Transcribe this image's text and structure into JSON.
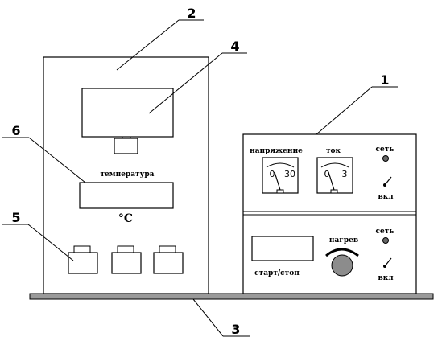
{
  "callouts": {
    "c1": "1",
    "c2": "2",
    "c3": "3",
    "c4": "4",
    "c5": "5",
    "c6": "6"
  },
  "left_unit": {
    "temperature_label": "температура",
    "unit_label": "°C"
  },
  "control_panel": {
    "voltage_label": "напряжение",
    "current_label": "ток",
    "voltmeter_min": "0",
    "voltmeter_max": "30",
    "ammeter_min": "0",
    "ammeter_max": "3",
    "mains_label_top": "сеть",
    "on_label_top": "вкл",
    "heating_label": "нагрев",
    "start_stop_label": "старт/стоп",
    "mains_label_bottom": "сеть",
    "on_label_bottom": "вкл"
  }
}
